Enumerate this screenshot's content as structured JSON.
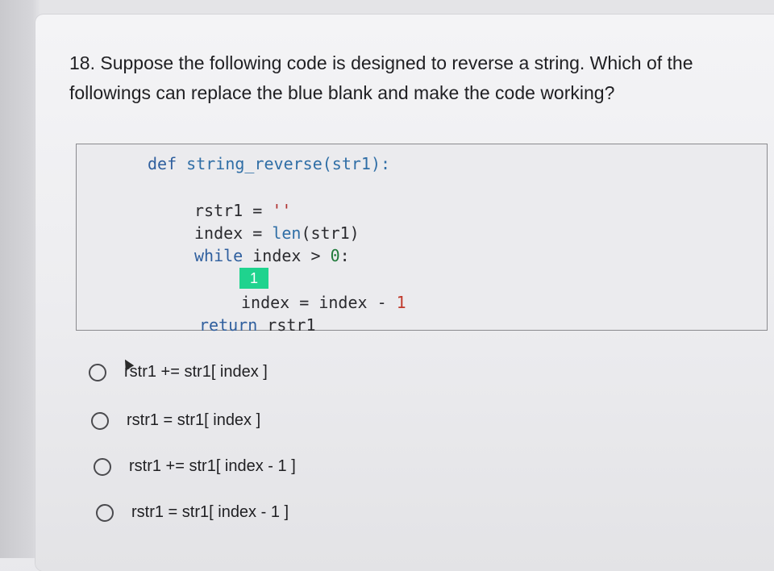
{
  "question": {
    "line1": "18. Suppose the following code is designed to reverse a string. Which of the",
    "line2": "followings can replace the blue blank and make the code working?"
  },
  "code": {
    "def_kw": "def",
    "func_sig": "string_reverse(str1):",
    "line_rstr1_var": "rstr1",
    "line_rstr1_eq": " = ",
    "line_rstr1_val": "''",
    "line_index_var": "index",
    "line_index_eq": " = ",
    "line_index_fn": "len",
    "line_index_arg": "(str1)",
    "while_kw": "while",
    "while_cond": " index > ",
    "while_num": "0",
    "while_colon": ":",
    "blank_label": "1",
    "decrement_var": "index",
    "decrement_op": " = index - ",
    "decrement_num": "1",
    "return_kw": "return",
    "return_val": " rstr1"
  },
  "options": [
    {
      "label": "rstr1 += str1[ index ]"
    },
    {
      "label": "rstr1 = str1[ index ]"
    },
    {
      "label": "rstr1 += str1[ index - 1 ]"
    },
    {
      "label": "rstr1 = str1[ index - 1 ]"
    }
  ],
  "colors": {
    "blank_highlight": "#1fd38e",
    "keyword": "#2f5f9e",
    "number": "#1f7a3a"
  }
}
